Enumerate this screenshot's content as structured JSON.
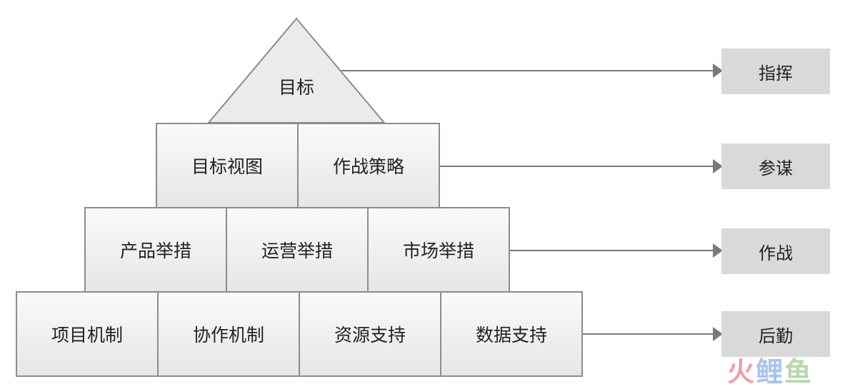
{
  "pyramid": {
    "apex": "目标",
    "row1": [
      "目标视图",
      "作战策略"
    ],
    "row2": [
      "产品举措",
      "运营举措",
      "市场举措"
    ],
    "row3": [
      "项目机制",
      "协作机制",
      "资源支持",
      "数据支持"
    ]
  },
  "roles": [
    "指挥",
    "参谋",
    "作战",
    "后勤"
  ],
  "watermark": {
    "c1": "火",
    "c2": "鲤",
    "c3": "鱼"
  },
  "colors": {
    "block_border": "#8c8c8c",
    "role_bg": "#d9d9d9",
    "arrow": "#7a7a7a"
  }
}
